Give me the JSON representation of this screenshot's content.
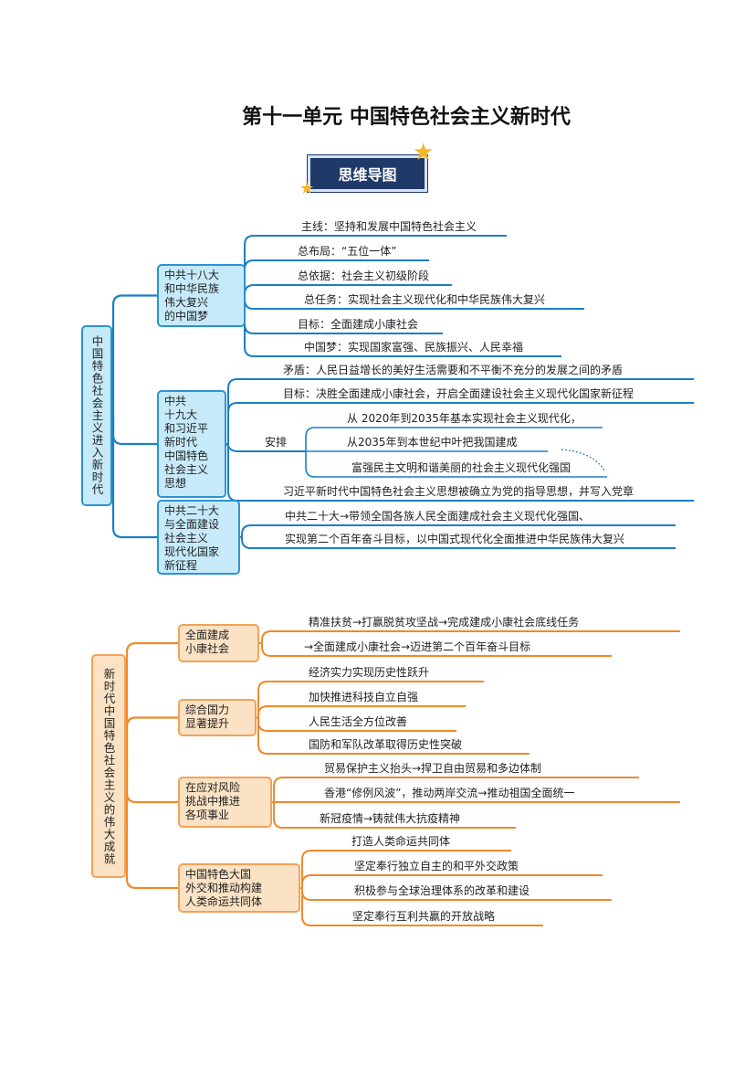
{
  "title": "第十一单元  中国特色社会主义新时代",
  "badge": "思维导图",
  "map1": {
    "root": "中国特色社会主义进入新时代",
    "nodes": [
      {
        "label": "中共十八大\n和中华民族\n伟大复兴\n的中国梦",
        "leaves": [
          "主线：坚持和发展中国特色社会主义",
          "总布局：“五位一体”",
          "总依据：社会主义初级阶段",
          "总任务：实现社会主义现代化和中华民族伟大复兴",
          "目标：全面建成小康社会",
          "中国梦：实现国家富强、民族振兴、人民幸福"
        ]
      },
      {
        "label": "中共\n十九大\n和习近平\n新时代\n中国特色\n社会主义\n思想",
        "leaves": [
          "矛盾：人民日益增长的美好生活需要和不平衡不充分的发展之间的矛盾",
          "目标：决胜全面建成小康社会，开启全面建设社会主义现代化国家新征程",
          "安排",
          "习近平新时代中国特色社会主义思想被确立为党的指导思想，并写入党章"
        ],
        "arrangement": [
          "从  2020年到2035年基本实现社会主义现代化，",
          "从2035年到本世纪中叶把我国建成",
          "富强民主文明和谐美丽的社会主义现代化强国"
        ]
      },
      {
        "label": "中共二十大\n与全面建设\n社会主义\n现代化国家\n新征程",
        "leaves": [
          "中共二十大→带领全国各族人民全面建成社会主义现代化强国、",
          "实现第二个百年奋斗目标，以中国式现代化全面推进中华民族伟大复兴"
        ]
      }
    ]
  },
  "map2": {
    "root": "新时代中国特色社会主义的伟大成就",
    "nodes": [
      {
        "label": "全面建成\n小康社会",
        "leaves": [
          "精准扶贫→打赢脱贫攻坚战→完成建成小康社会底线任务",
          "→全面建成小康社会→迈进第二个百年奋斗目标"
        ]
      },
      {
        "label": "综合国力\n显著提升",
        "leaves": [
          "经济实力实现历史性跃升",
          "加快推进科技自立自强",
          "人民生活全方位改善",
          "国防和军队改革取得历史性突破"
        ]
      },
      {
        "label": "在应对风险\n挑战中推进\n各项事业",
        "leaves": [
          "贸易保护主义抬头→捍卫自由贸易和多边体制",
          "香港“修例风波”，推动两岸交流→推动祖国全面统一",
          "新冠疫情→铸就伟大抗疫精神"
        ]
      },
      {
        "label": "中国特色大国\n外交和推动构建\n人类命运共同体",
        "leaves": [
          "打造人类命运共同体",
          "坚定奉行独立自主的和平外交政策",
          "积极参与全球治理体系的改革和建设",
          "坚定奉行互利共赢的开放战略"
        ]
      }
    ]
  },
  "colors": {
    "blue_line": "#1b7fc4",
    "orange_line": "#ef8a2a",
    "badge": "#1f3a68"
  }
}
